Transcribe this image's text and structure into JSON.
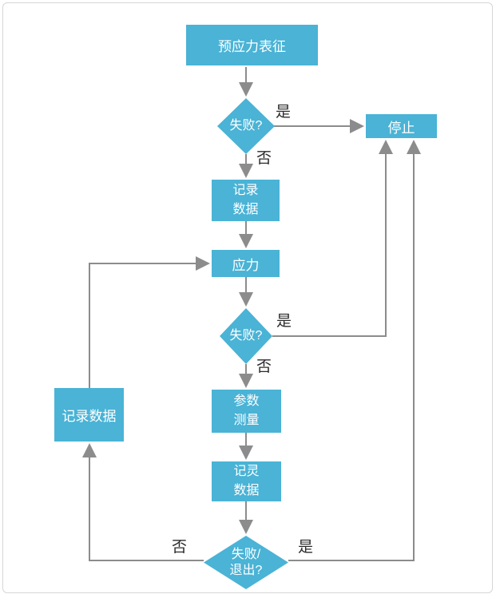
{
  "diagram_title": "prestress-test-flowchart",
  "colors": {
    "node_fill": "#4ab3d6",
    "node_text": "#ffffff",
    "connector": "#8c8c8c",
    "edge_label_text": "#2b2b2b",
    "frame_border": "#d6d6d6",
    "background": "#ffffff"
  },
  "nodes": {
    "start": {
      "label": "预应力表征"
    },
    "decision1": {
      "label": "失败?"
    },
    "record_data_1": {
      "line1": "记录",
      "line2": "数据"
    },
    "stress": {
      "label": "应力"
    },
    "decision2": {
      "label": "失败?"
    },
    "param_measure": {
      "line1": "参数",
      "line2": "测量"
    },
    "record_data_2": {
      "line1": "记灵",
      "line2": "数据"
    },
    "decision3": {
      "line1": "失败/",
      "line2": "退出?"
    },
    "stop": {
      "label": "停止"
    },
    "record_data_left": {
      "label": "记录数据"
    }
  },
  "edge_labels": {
    "d1_yes": "是",
    "d1_no": "否",
    "d2_yes": "是",
    "d2_no": "否",
    "d3_yes": "是",
    "d3_no": "否"
  }
}
